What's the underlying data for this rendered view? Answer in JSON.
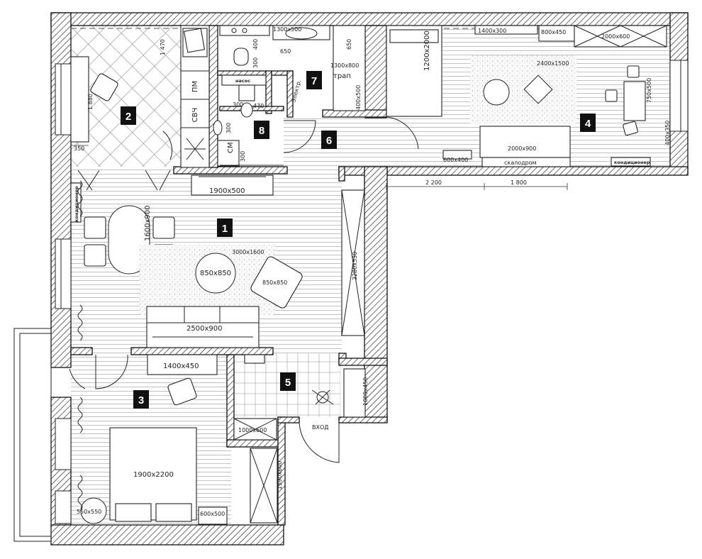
{
  "rooms": [
    {
      "number": "1"
    },
    {
      "number": "2"
    },
    {
      "number": "3"
    },
    {
      "number": "4"
    },
    {
      "number": "5"
    },
    {
      "number": "6"
    },
    {
      "number": "7"
    },
    {
      "number": "8"
    }
  ],
  "labels": {
    "kitchen_pm": "ПМ",
    "kitchen_svch": "СВЧ",
    "kitchen_dim_1470": "1 470",
    "kitchen_dim_1880": "1 880",
    "kitchen_dim_350": "350",
    "bath_sink": "1300x500",
    "bath_650a": "650",
    "bath_650b": "650",
    "bath_400": "400",
    "bath_300": "300",
    "shower": "1300x800",
    "drain": "трап",
    "electric": "Электр.",
    "box_400x500": "400x500",
    "pump": "насос",
    "wc_300a": "300",
    "wc_470": "470",
    "wc_300b": "300",
    "wc_300c": "300",
    "washer": "СМ",
    "bed4": "1200x2000",
    "shelf_1400x300": "1400x300",
    "cab_800x450": "800x450",
    "wardrobe_2000x600": "2000x600",
    "rug4": "2400x1500",
    "desk": "750x500",
    "cab_400x350": "400x350",
    "cab_600x400": "600x400",
    "sofa4": "2000x900",
    "climbing": "скалодром",
    "ac4": "кондиционер",
    "dim_2200": "2 200",
    "dim_1800": "1 800",
    "tv_1900x500": "1900x500",
    "ac1": "кондиционер",
    "table": "1600x900",
    "rug1": "3000x1600",
    "coffee": "850x850",
    "armchair1": "850x850",
    "sofa1": "2500x900",
    "wardrobe1": "3280x530",
    "dresser3": "1400x450",
    "bed3": "1900x2200",
    "pouf3": "550x550",
    "night3": "600x500",
    "wardrobe3": "1590x600",
    "hall_1000x600": "1000x600",
    "hall_1000x450": "1000x450",
    "entrance": "ВХОД"
  },
  "colors": {
    "wall": "#000000",
    "floor_lines": "#9a9a9a",
    "room_badge": "#111111"
  }
}
